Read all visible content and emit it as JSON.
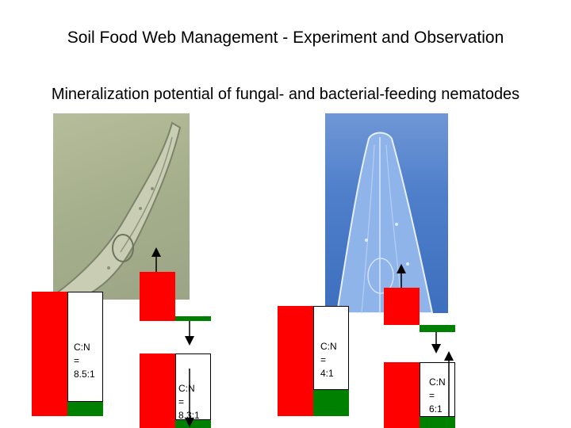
{
  "title": "Soil Food Web Management - Experiment and Observation",
  "subtitle": "Mineralization potential of fungal- and bacterial-feeding nematodes",
  "images": [
    {
      "name": "fungal-feeding-nematode-micrograph"
    },
    {
      "name": "bacterial-feeding-nematode-micrograph"
    }
  ],
  "ratios": {
    "fungus": "C:N\n=\n8.5:1",
    "fungal_nematode": "C:N\n=\n8.3:1",
    "bacteria": "C:N\n=\n4:1",
    "bacterial_nematode": "C:N\n=\n6:1"
  },
  "colors": {
    "carbon": "#ff0000",
    "nitrogen": "#008000",
    "background": "#ffffff"
  }
}
